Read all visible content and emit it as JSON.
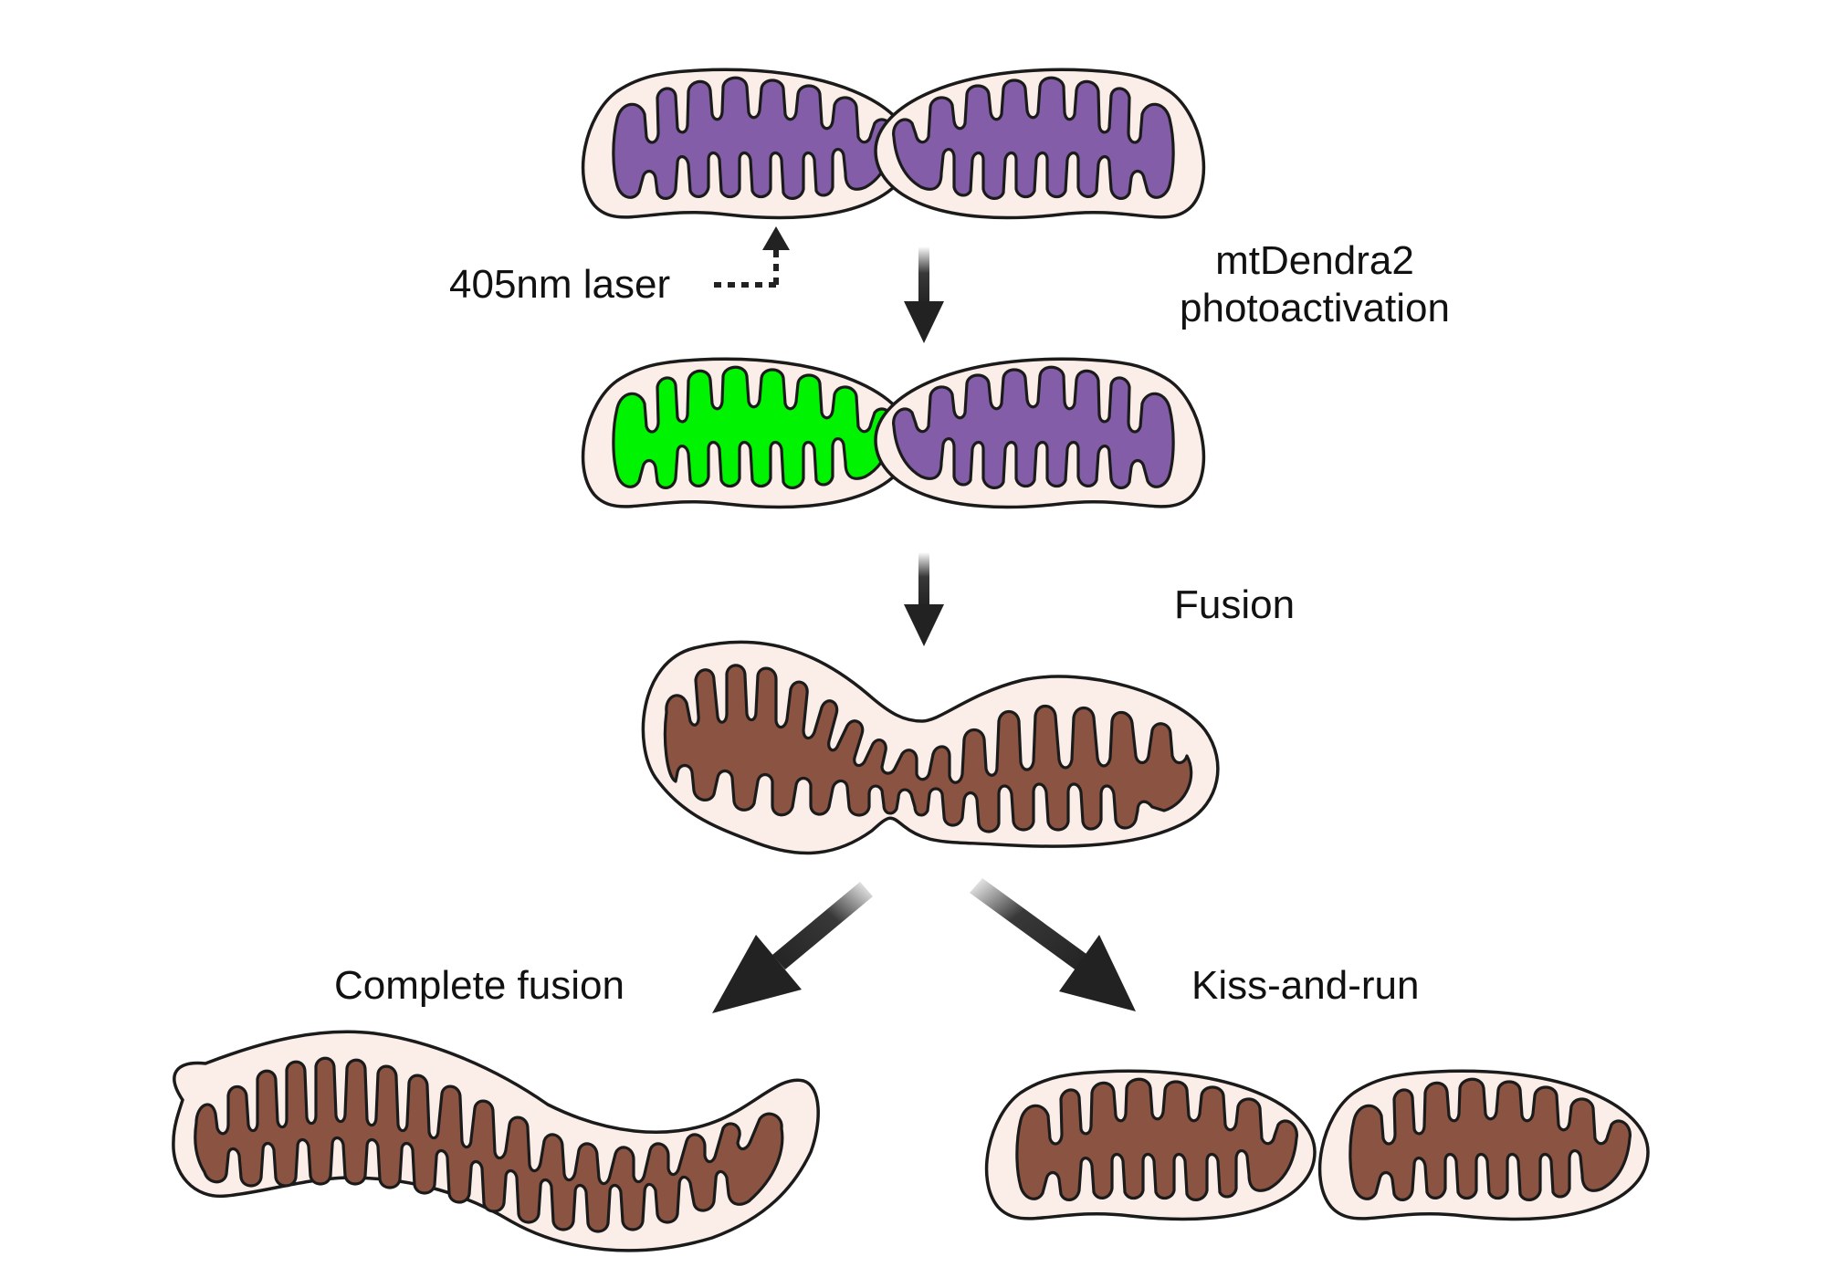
{
  "labels": {
    "laser": "405nm laser",
    "photoactivation_line1": "mtDendra2",
    "photoactivation_line2": "photoactivation",
    "fusion": "Fusion",
    "complete_fusion": "Complete fusion",
    "kiss_and_run": "Kiss-and-run"
  },
  "colors": {
    "purple_matrix": "#835da8",
    "green_matrix": "#00f300",
    "brown_matrix": "#8b5341",
    "outer_membrane": "#fbeee8",
    "arrow": "#222222"
  }
}
